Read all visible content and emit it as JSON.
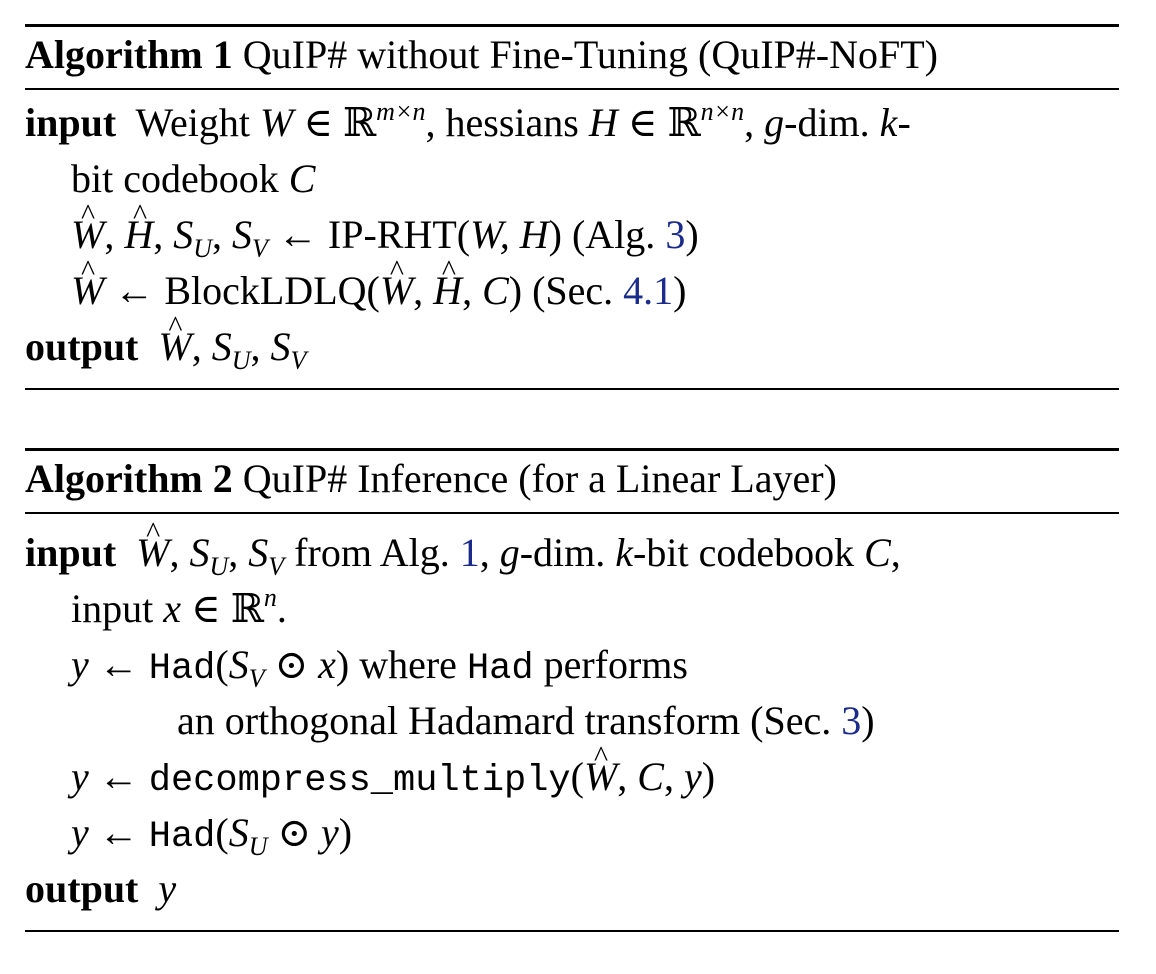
{
  "algorithm1": {
    "label": "Algorithm 1",
    "title": "QuIP# without Fine-Tuning (QuIP#-NoFT)",
    "input_kw": "input",
    "input_text_a": "Weight",
    "input_text_b": ", hessians",
    "input_text_c": "-dim.",
    "input_text_d": "-",
    "input_text_e": "bit codebook",
    "step1_func": "IP-RHT",
    "step1_ref_prefix": "(Alg.",
    "step1_ref": "3",
    "step1_ref_suffix": ")",
    "step2_func": "BlockLDLQ",
    "step2_ref_prefix": "(Sec.",
    "step2_ref": "4.1",
    "step2_ref_suffix": ")",
    "output_kw": "output"
  },
  "algorithm2": {
    "label": "Algorithm 2",
    "title": "QuIP# Inference (for a Linear Layer)",
    "input_kw": "input",
    "input_text_a": "from Alg.",
    "input_ref": "1",
    "input_text_b": "-dim.",
    "input_text_c": "-bit codebook",
    "input_line2": "input",
    "had": "Had",
    "where_text": "where",
    "performs_text": "performs",
    "cont_text": "an orthogonal Hadamard transform (Sec.",
    "cont_ref": "3",
    "cont_suffix": ")",
    "decompress": "decompress_multiply",
    "output_kw": "output"
  }
}
